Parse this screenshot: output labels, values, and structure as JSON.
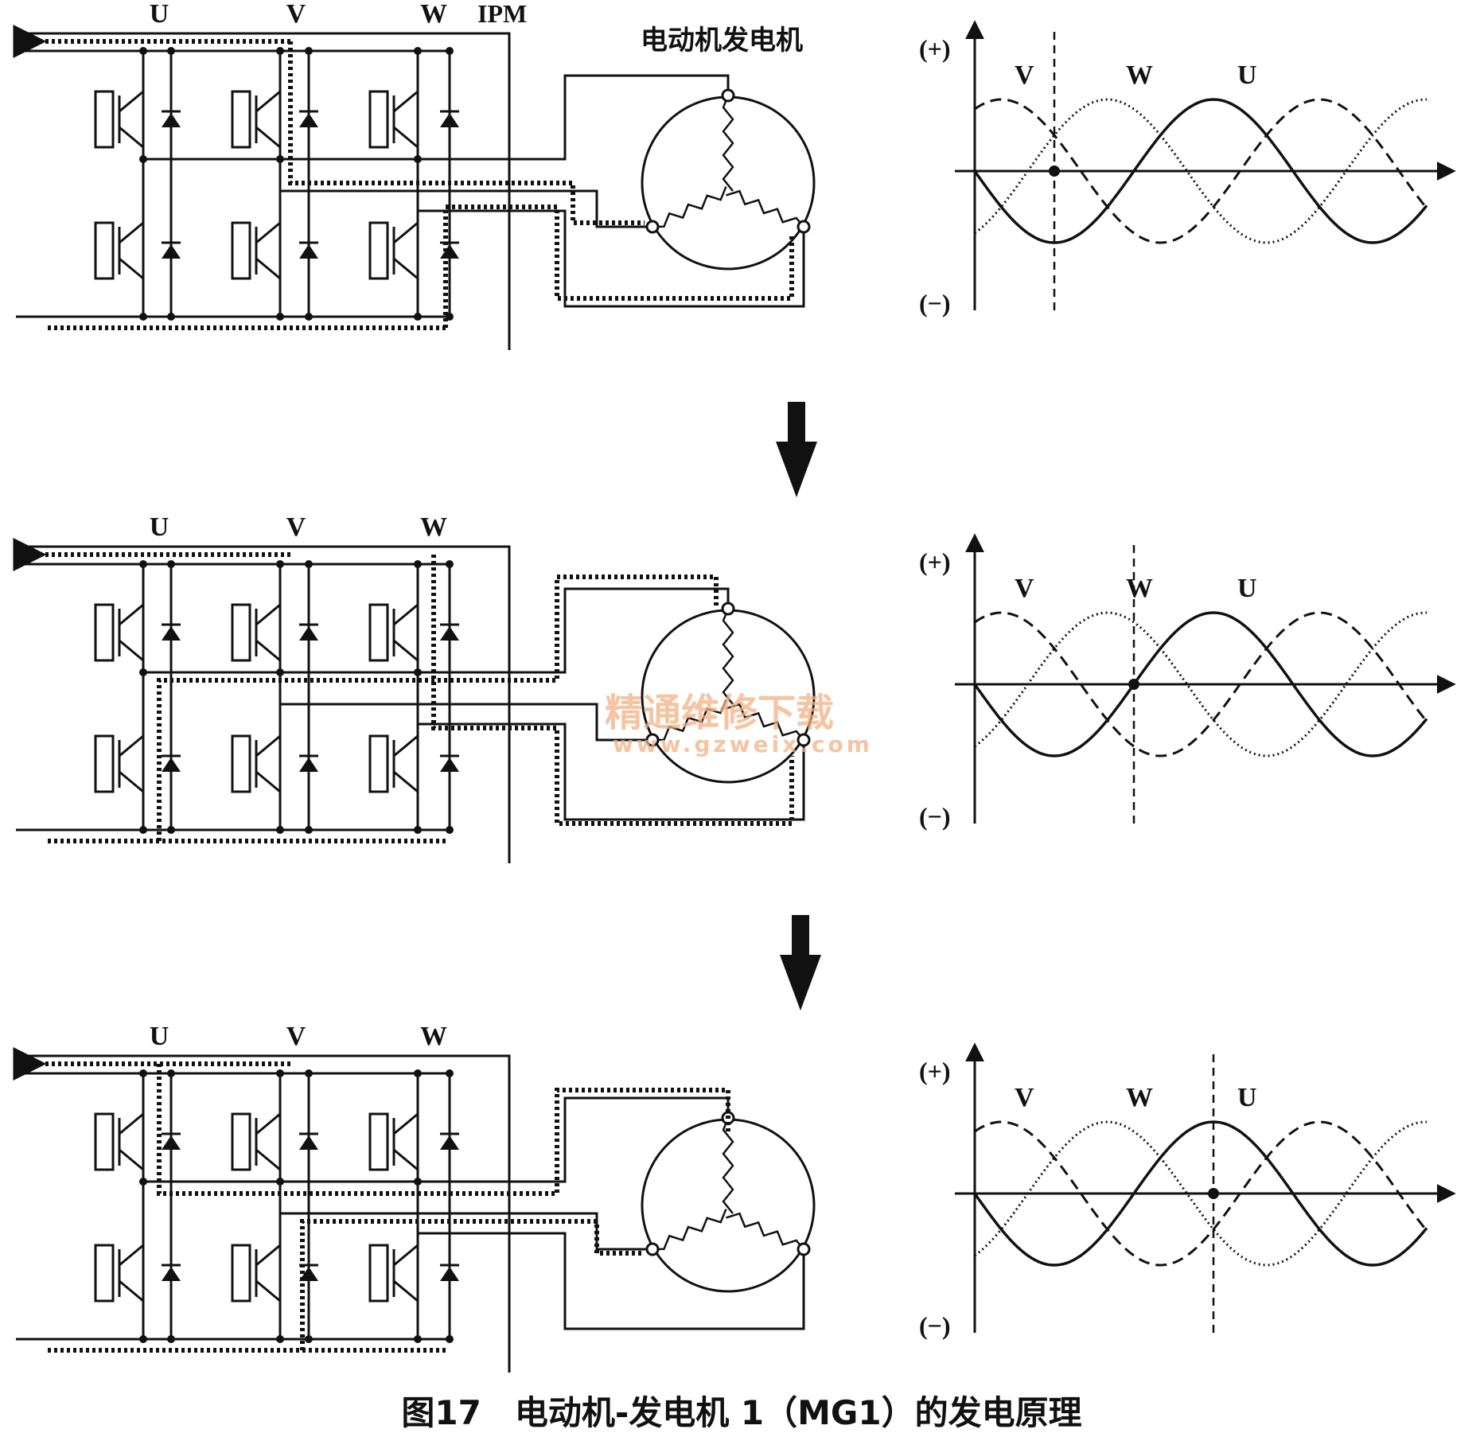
{
  "panels": [
    {
      "phase_labels": [
        "U",
        "V",
        "W"
      ],
      "module_label": "IPM",
      "motor_label": "电动机发电机",
      "graph": {
        "plus_label": "(+)",
        "minus_label": "(−)",
        "wave_labels": [
          "V",
          "W",
          "U"
        ],
        "marker_phase": 90
      }
    },
    {
      "phase_labels": [
        "U",
        "V",
        "W"
      ],
      "module_label": "",
      "motor_label": "",
      "graph": {
        "plus_label": "(+)",
        "minus_label": "(−)",
        "wave_labels": [
          "V",
          "W",
          "U"
        ],
        "marker_phase": 180
      }
    },
    {
      "phase_labels": [
        "U",
        "V",
        "W"
      ],
      "module_label": "",
      "motor_label": "",
      "graph": {
        "plus_label": "(+)",
        "minus_label": "(−)",
        "wave_labels": [
          "V",
          "W",
          "U"
        ],
        "marker_phase": 270
      }
    }
  ],
  "watermark": {
    "line1": "精通维修下载",
    "line2": "www.gzweix.com"
  },
  "caption": "图17　电动机-发电机 1（MG1）的发电原理"
}
